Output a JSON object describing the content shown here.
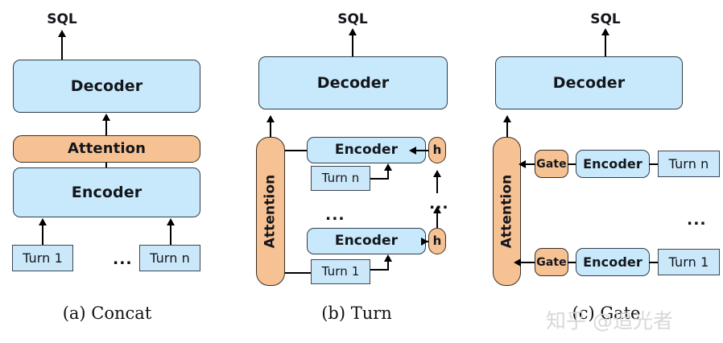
{
  "figure": {
    "watermark": "知乎 @追光者"
  },
  "panels": [
    {
      "id": "concat",
      "caption": "(a) Concat",
      "output_label": "SQL",
      "nodes": {
        "decoder": "Decoder",
        "attention": "Attention",
        "encoder": "Encoder",
        "turn_first": "Turn 1",
        "turn_last": "Turn n"
      },
      "ellipsis": "..."
    },
    {
      "id": "turn",
      "caption": "(b) Turn",
      "output_label": "SQL",
      "nodes": {
        "decoder": "Decoder",
        "attention": "Attention",
        "encoder_top": "Encoder",
        "encoder_bottom": "Encoder",
        "turn_last": "Turn n",
        "turn_first": "Turn 1",
        "state_top": "h",
        "state_bottom": "h"
      },
      "ellipsis_left": "...",
      "ellipsis_right": "..."
    },
    {
      "id": "gate",
      "caption": "(c) Gate",
      "output_label": "SQL",
      "nodes": {
        "decoder": "Decoder",
        "attention": "Attention",
        "gate_top": "Gate",
        "gate_bottom": "Gate",
        "encoder_top": "Encoder",
        "encoder_bottom": "Encoder",
        "turn_last": "Turn n",
        "turn_first": "Turn 1"
      },
      "ellipsis": "..."
    }
  ],
  "colors": {
    "blue_fill": "#c7e9fb",
    "orange_fill": "#f7c293",
    "box_border": "#2f3d4d",
    "line": "#000000",
    "watermark": "#d8d8d8"
  }
}
